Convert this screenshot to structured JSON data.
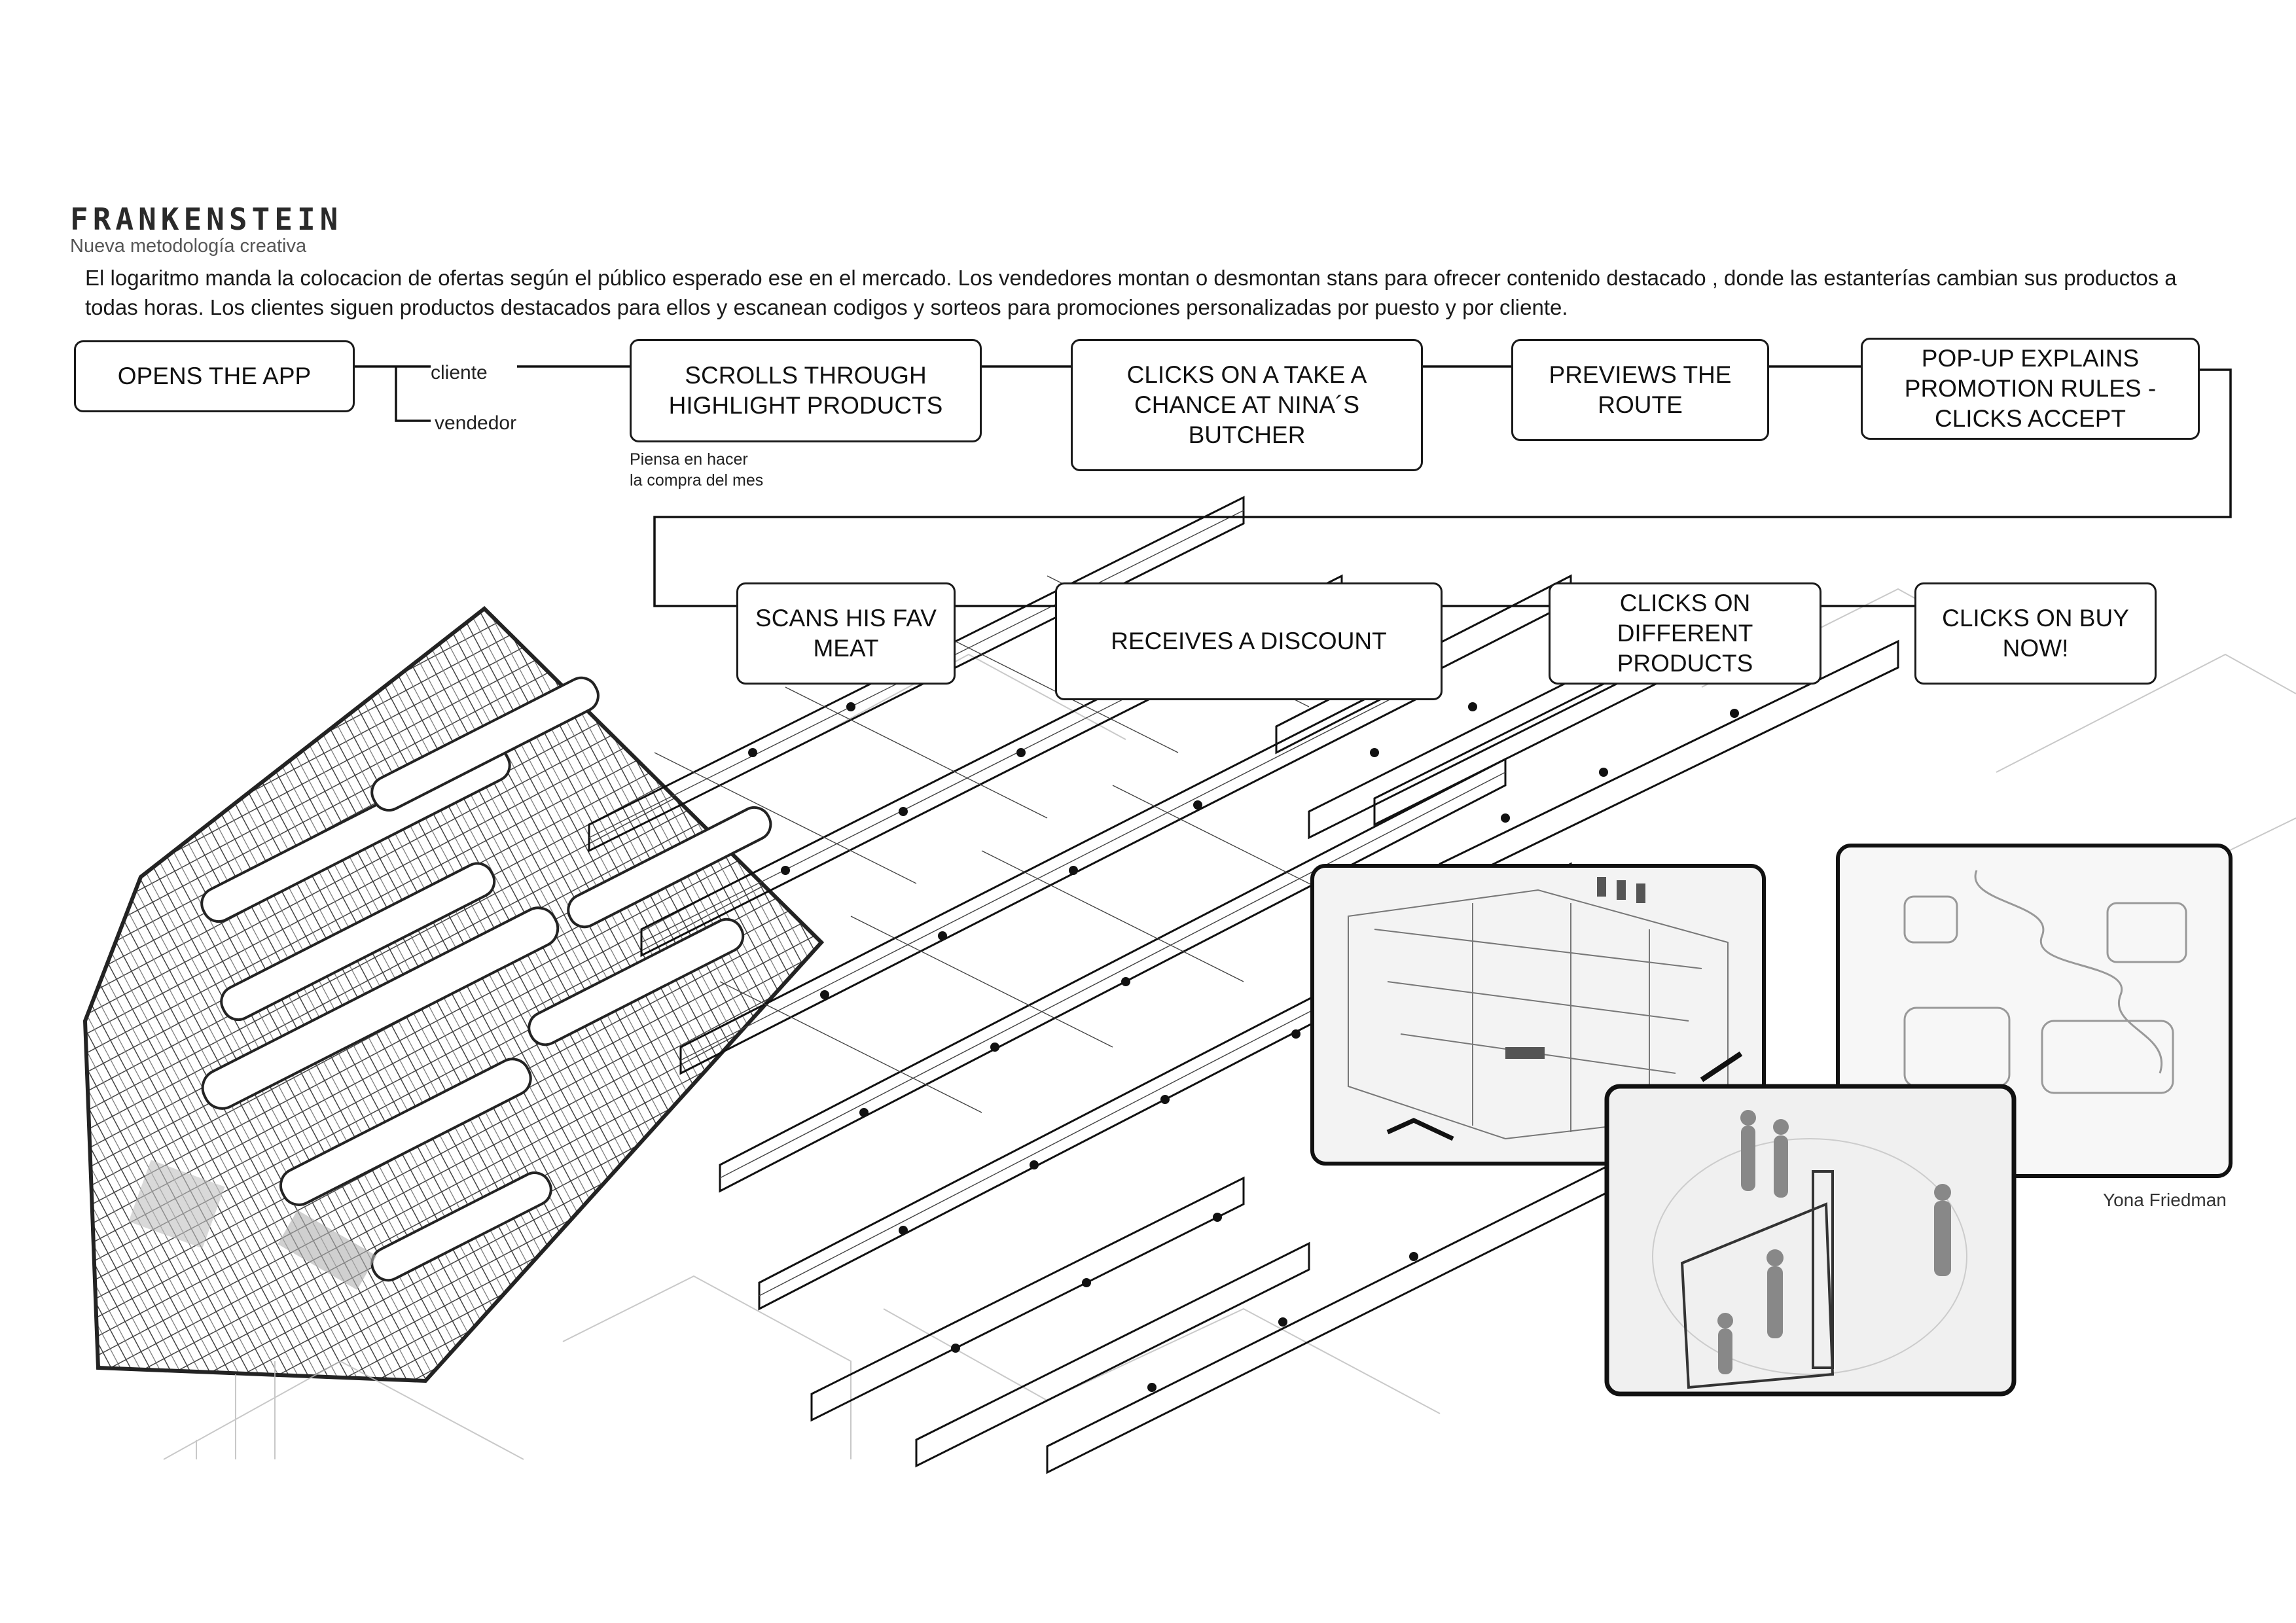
{
  "title": "FRANKENSTEIN",
  "subtitle": "Nueva metodología creativa",
  "description": "El logaritmo manda la colocacion de ofertas según el público esperado ese en el mercado. Los vendedores montan o desmontan stans para ofrecer contenido destacado , donde las estanterías cambian sus productos a todas horas. Los clientes siguen productos destacados para ellos y escanean codigos y sorteos para promociones personalizadas por puesto y por cliente.",
  "flow": {
    "row1": [
      {
        "label": "OPENS THE APP"
      },
      {
        "label": "SCROLLS THROUGH HIGHLIGHT PRODUCTS"
      },
      {
        "label": "CLICKS ON A TAKE A CHANCE AT NINA´S BUTCHER"
      },
      {
        "label": "PREVIEWS THE ROUTE"
      },
      {
        "label": "POP-UP EXPLAINS PROMOTION RULES - CLICKS ACCEPT"
      }
    ],
    "row2": [
      {
        "label": "SCANS HIS FAV MEAT"
      },
      {
        "label": "RECEIVES A DISCOUNT"
      },
      {
        "label": "CLICKS ON DIFFERENT PRODUCTS"
      },
      {
        "label": "CLICKS ON BUY NOW!"
      }
    ],
    "branches": {
      "cliente": "cliente",
      "vendedor": "vendedor"
    },
    "note": "Piensa en hacer\nla compra del mes"
  },
  "image_caption": "Yona Friedman"
}
